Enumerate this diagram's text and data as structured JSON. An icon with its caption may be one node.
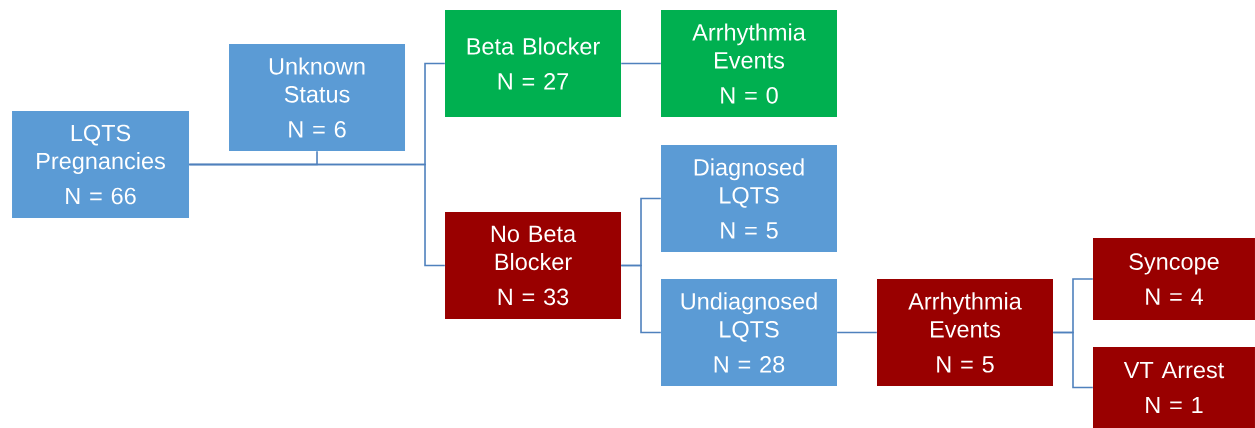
{
  "diagram": {
    "nodes": [
      {
        "text": [
          "LQTS Pregnancies",
          "N = 66"
        ]
      },
      {
        "text": [
          "Unknown Status",
          "N = 6"
        ]
      },
      {
        "text": [
          "Beta Blocker",
          "N = 27"
        ]
      },
      {
        "text": [
          "Arrhythmia Events",
          "N = 0"
        ]
      },
      {
        "text": [
          "No Beta Blocker",
          "N = 33"
        ]
      },
      {
        "text": [
          "Diagnosed LQTS",
          "N = 5"
        ]
      },
      {
        "text": [
          "Undiagnosed LQTS",
          "N = 28"
        ]
      },
      {
        "text": [
          "Arrhythmia Events",
          "N = 5"
        ]
      },
      {
        "text": [
          "Syncope",
          "N = 4"
        ]
      },
      {
        "text": [
          "VT Arrest",
          "N = 1"
        ]
      }
    ],
    "edges": [
      {
        "from": 0,
        "to": 1,
        "arrow": "none"
      },
      {
        "from": 0,
        "to": 2,
        "arrow": "none"
      },
      {
        "from": 0,
        "to": 4,
        "arrow": "none"
      },
      {
        "from": 2,
        "to": 3,
        "arrow": "none"
      },
      {
        "from": 4,
        "to": 5,
        "arrow": "none"
      },
      {
        "from": 4,
        "to": 6,
        "arrow": "none"
      },
      {
        "from": 6,
        "to": 7,
        "arrow": "none"
      },
      {
        "from": 7,
        "to": 8,
        "arrow": "none"
      },
      {
        "from": 7,
        "to": 9,
        "arrow": "none"
      }
    ]
  }
}
